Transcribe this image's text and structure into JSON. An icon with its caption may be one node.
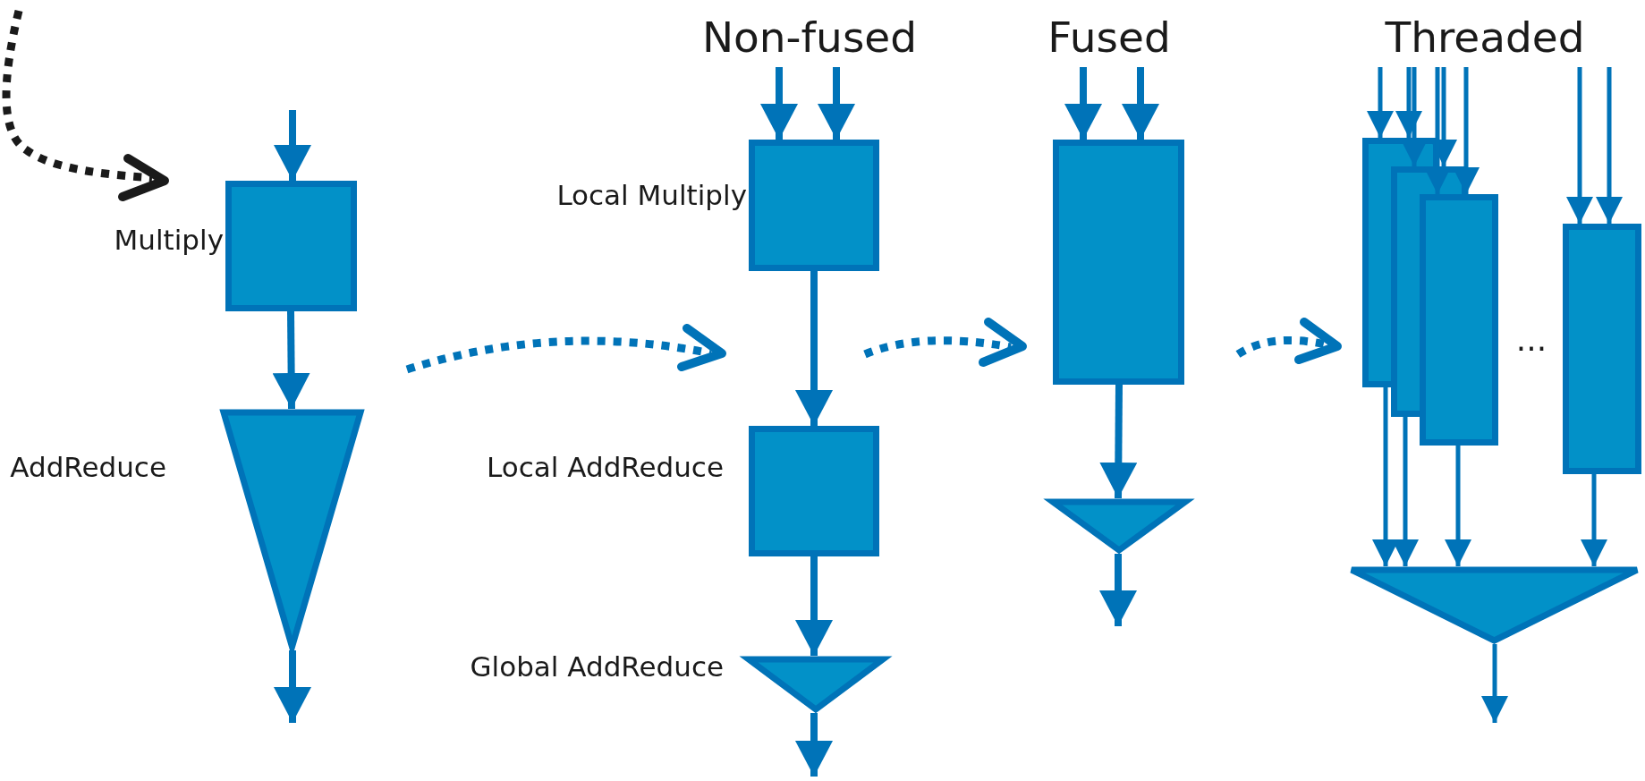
{
  "diagram": {
    "nodes": [
      {
        "text": [],
        "shape": "box",
        "beside": [
          "Multiply"
        ]
      },
      {
        "text": [],
        "shape": "triangle",
        "beside": [
          "AddReduce"
        ]
      },
      {
        "text": [],
        "shape": "box",
        "beside": [
          "Local Multiply"
        ]
      },
      {
        "text": [],
        "shape": "box",
        "beside": [
          "Local AddReduce"
        ]
      },
      {
        "text": [],
        "shape": "triangle",
        "beside": [
          "Global AddReduce"
        ]
      },
      {
        "text": [],
        "shape": "box"
      },
      {
        "text": [],
        "shape": "triangle"
      },
      {
        "text": [],
        "shape": "box"
      },
      {
        "text": [],
        "shape": "box"
      },
      {
        "text": [],
        "shape": "box"
      },
      {
        "text": [],
        "shape": "box"
      },
      {
        "text": [],
        "shape": "triangle"
      }
    ],
    "edges": [
      {
        "from": null,
        "to": 0,
        "arrow": "to"
      },
      {
        "from": 0,
        "to": 1,
        "arrow": "to"
      },
      {
        "from": 1,
        "to": null,
        "arrow": "to"
      },
      {
        "from": null,
        "to": 2,
        "arrow": "to"
      },
      {
        "from": null,
        "to": 2,
        "arrow": "to"
      },
      {
        "from": 2,
        "to": 3,
        "arrow": "to"
      },
      {
        "from": 3,
        "to": 4,
        "arrow": "to"
      },
      {
        "from": 4,
        "to": null,
        "arrow": "to"
      },
      {
        "from": null,
        "to": 5,
        "arrow": "to"
      },
      {
        "from": null,
        "to": 5,
        "arrow": "to"
      },
      {
        "from": 5,
        "to": 6,
        "arrow": "to"
      },
      {
        "from": 6,
        "to": null,
        "arrow": "to"
      },
      {
        "from": null,
        "to": 7,
        "arrow": "to"
      },
      {
        "from": null,
        "to": 7,
        "arrow": "to"
      },
      {
        "from": null,
        "to": 8,
        "arrow": "to"
      },
      {
        "from": null,
        "to": 8,
        "arrow": "to"
      },
      {
        "from": null,
        "to": 9,
        "arrow": "to"
      },
      {
        "from": null,
        "to": 9,
        "arrow": "to"
      },
      {
        "from": null,
        "to": 10,
        "arrow": "to"
      },
      {
        "from": null,
        "to": 10,
        "arrow": "to"
      },
      {
        "from": 7,
        "to": 11,
        "arrow": "to"
      },
      {
        "from": 8,
        "to": 11,
        "arrow": "to"
      },
      {
        "from": 9,
        "to": 11,
        "arrow": "to"
      },
      {
        "from": 10,
        "to": 11,
        "arrow": "to"
      },
      {
        "from": 11,
        "to": null,
        "arrow": "to"
      }
    ],
    "labels": [
      "Non-fused",
      "Fused",
      "Threaded",
      "..."
    ]
  }
}
